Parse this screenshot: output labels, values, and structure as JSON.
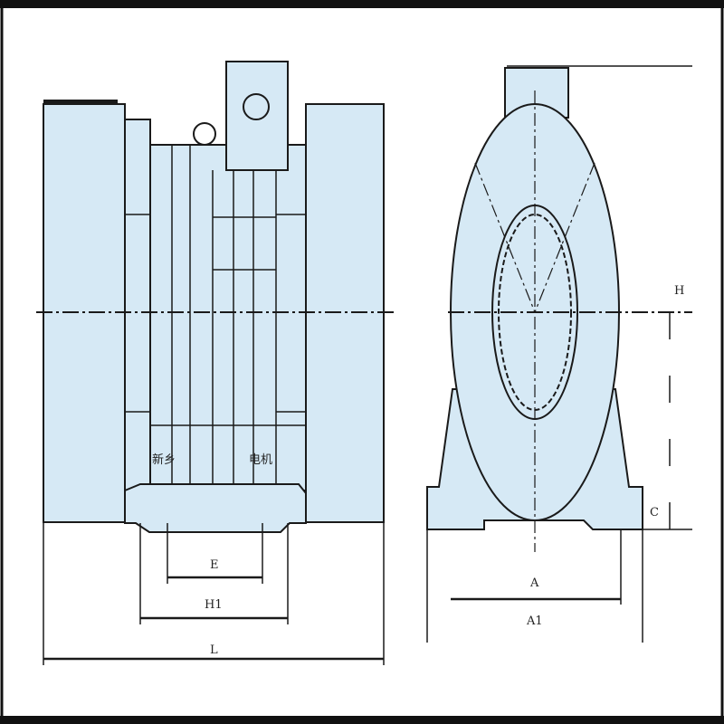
{
  "drawing": {
    "fill_color": "#d6e9f5",
    "line_color": "#1a1a1a",
    "side_view": {
      "dimension_labels": {
        "E": "E",
        "H1": "H1",
        "L": "L"
      },
      "nameplate_text": [
        "新乡",
        "电机"
      ]
    },
    "end_view": {
      "dimension_labels": {
        "A": "A",
        "A1": "A1",
        "H": "H",
        "C": "C"
      }
    }
  }
}
